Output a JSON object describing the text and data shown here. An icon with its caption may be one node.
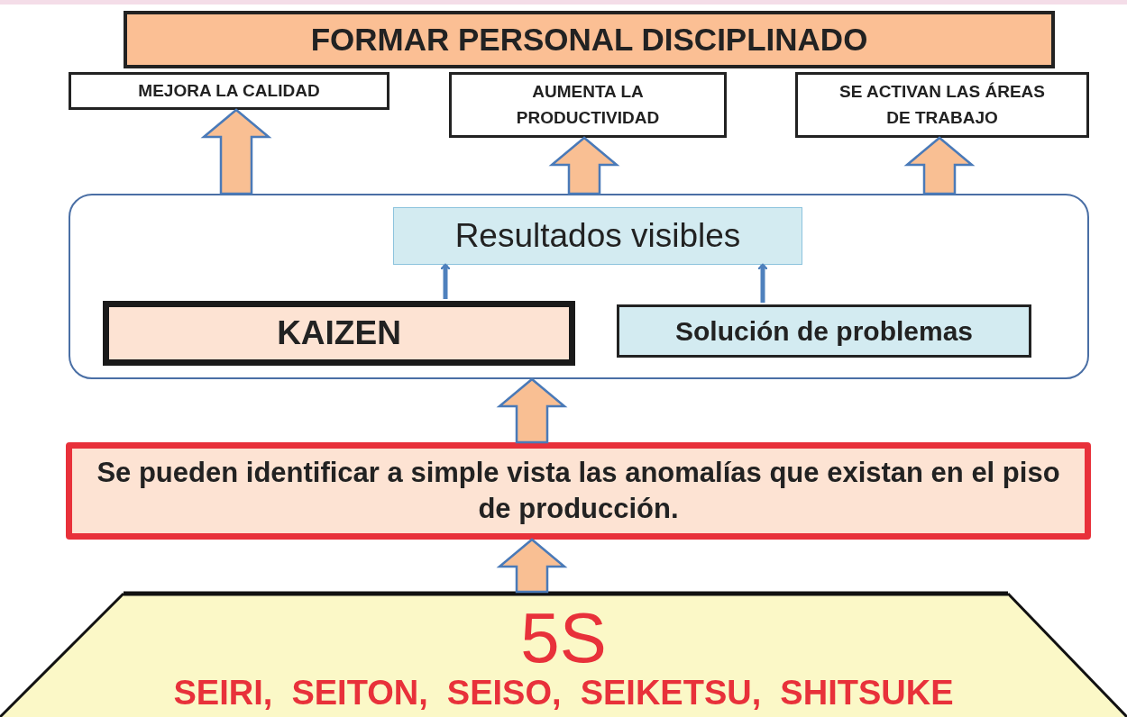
{
  "diagram": {
    "nodes": [
      {
        "text": [
          "FORMAR PERSONAL DISCIPLINADO"
        ]
      },
      {
        "text": [
          "MEJORA LA CALIDAD"
        ]
      },
      {
        "text": [
          "AUMENTA LA PRODUCTIVIDAD"
        ]
      },
      {
        "text": [
          "SE ACTIVAN LAS ÁREAS DE TRABAJO"
        ]
      },
      {
        "text": [],
        "shape": "box"
      },
      {
        "text": [
          "Resultados visibles"
        ],
        "in": 4
      },
      {
        "text": [
          "KAIZEN"
        ],
        "in": 4
      },
      {
        "text": [
          "Solución de problemas"
        ],
        "in": 4
      },
      {
        "text": [
          "Se pueden identificar a simple vista las anomalías que existan en el piso de producción."
        ]
      },
      {
        "text": [
          "5S",
          "SEIRI,  SEITON,  SEISO,  SEIKETSU,  SHITSUKE"
        ]
      }
    ],
    "edges": [
      {
        "from": 4,
        "to": 1,
        "arrow": "to",
        "style": "thick"
      },
      {
        "from": 4,
        "to": 2,
        "arrow": "to",
        "style": "thick"
      },
      {
        "from": 4,
        "to": 3,
        "arrow": "to",
        "style": "thick"
      },
      {
        "from": 6,
        "to": 5,
        "arrow": "to",
        "color": "#4f81bd"
      },
      {
        "from": 7,
        "to": 5,
        "arrow": "to",
        "color": "#4f81bd"
      },
      {
        "from": 8,
        "to": 4,
        "arrow": "to",
        "style": "thick"
      },
      {
        "from": 9,
        "to": 8,
        "arrow": "to",
        "style": "thick"
      }
    ]
  }
}
